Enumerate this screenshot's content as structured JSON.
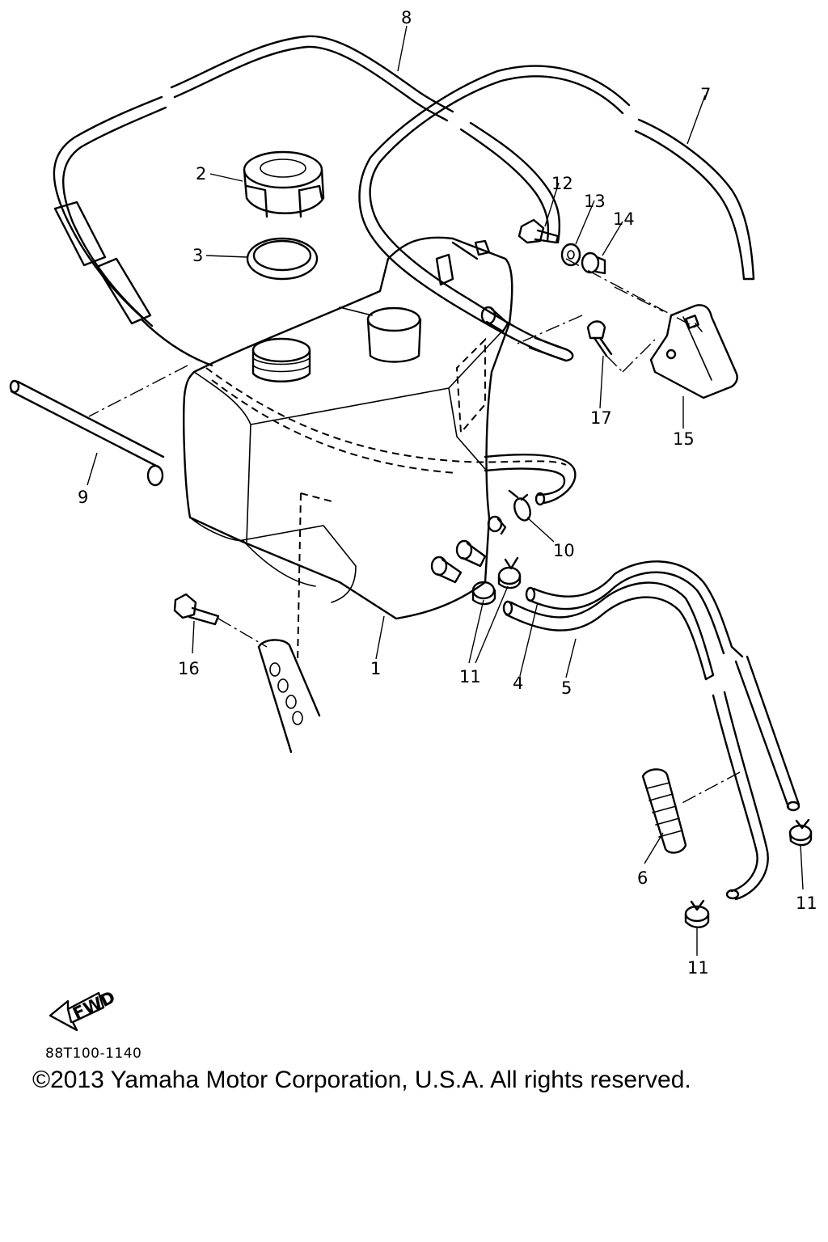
{
  "diagram": {
    "callouts": {
      "c1": "1",
      "c2": "2",
      "c3": "3",
      "c4": "4",
      "c5": "5",
      "c6": "6",
      "c7": "7",
      "c8": "8",
      "c9": "9",
      "c10": "10",
      "c11a": "11",
      "c11b": "11",
      "c11c": "11",
      "c12": "12",
      "c13": "13",
      "c14": "14",
      "c15": "15",
      "c16": "16",
      "c17": "17"
    },
    "fwd_arrow_label": "FWD",
    "reference_code": "88T100-1140",
    "copyright": "©2013 Yamaha Motor Corporation, U.S.A. All rights reserved."
  }
}
